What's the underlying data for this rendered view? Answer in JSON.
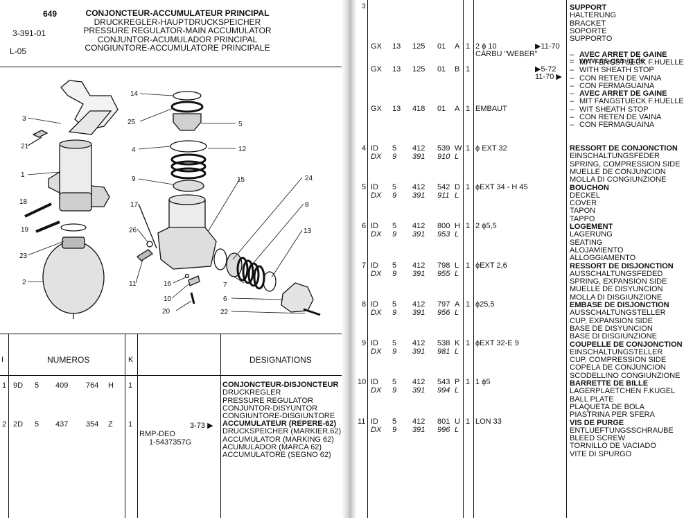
{
  "left": {
    "header": {
      "page": "649",
      "ref": "3-391-01",
      "code": "L-05",
      "titles": [
        "CONJONCTEUR-ACCUMULATEUR PRINCIPAL",
        "DRUCKREGLER-HAUPTDRUCKSPEICHER",
        "PRESSURE REGULATOR-MAIN ACCUMULATOR",
        "CONJUNTOR-ACUMULADOR PRINCIPAL",
        "CONGIUNTORE-ACCUMULATORE PRINCIPALE"
      ]
    },
    "diagram_labels": [
      "14",
      "25",
      "5",
      "3",
      "21",
      "4",
      "12",
      "1",
      "9",
      "15",
      "24",
      "8",
      "18",
      "17",
      "26",
      "13",
      "19",
      "23",
      "2",
      "11",
      "16",
      "10",
      "20",
      "7",
      "6",
      "22"
    ],
    "table_header": {
      "col_i": "I",
      "col_numeros": "NUMEROS",
      "col_k": "K",
      "col_designations": "DESIGNATIONS"
    },
    "rows": [
      {
        "i": "1",
        "a": "9D",
        "b": "5",
        "c": "409",
        "d": "764",
        "e": "H",
        "k": "1",
        "note": "",
        "note2": "",
        "note3": "",
        "desc": [
          {
            "text": "CONJONCTEUR-DISJONCTEUR",
            "bold": true
          },
          {
            "text": "DRUCKREGLER",
            "bold": false
          },
          {
            "text": "PRESSURE REGULATOR",
            "bold": false
          },
          {
            "text": "CONJUNTOR-DISYUNTOR",
            "bold": false
          },
          {
            "text": "CONGIUNTORE-DISGIUNTORE",
            "bold": false
          }
        ]
      },
      {
        "i": "2",
        "a": "2D",
        "b": "5",
        "c": "437",
        "d": "354",
        "e": "Z",
        "k": "1",
        "note": "3-73 ▶",
        "note2": "RMP-DEO",
        "note3": "1-5437357G",
        "desc": [
          {
            "text": "ACCUMULATEUR (REPERE-62)",
            "bold": true
          },
          {
            "text": "DRUCKSPEICHER (MARKIER.62)",
            "bold": false
          },
          {
            "text": "ACCUMULATOR (MARKING 62)",
            "bold": false
          },
          {
            "text": "ACUMULADOR (MARCA 62)",
            "bold": false
          },
          {
            "text": "ACCUMULATORE (SEGNO 62)",
            "bold": false
          }
        ]
      }
    ]
  },
  "right": {
    "top_num": "3",
    "website": "www.gs-gsa-ig.de",
    "dash": "–",
    "rows": [
      {
        "i": "",
        "l1": [
          "GX",
          "13",
          "125",
          "01",
          "A",
          "1",
          "2 ϕ 10",
          "▶11-70"
        ],
        "l1b": "CARBU \"WEBER\"",
        "l2": null
      },
      {
        "i": "",
        "l1": [
          "GX",
          "13",
          "125",
          "01",
          "B",
          "1",
          "",
          "▶5-72"
        ],
        "l1b": "11-70 ▶",
        "l2": null
      },
      {
        "i": "",
        "l1": [
          "GX",
          "13",
          "418",
          "01",
          "A",
          "1",
          "EMBAUT",
          ""
        ],
        "l1b": "",
        "l2": null
      },
      {
        "i": "4",
        "l1": [
          "ID",
          "5",
          "412",
          "539",
          "W",
          "1",
          "ϕ EXT 32",
          ""
        ],
        "l2": [
          "DX",
          "9",
          "391",
          "910",
          "L"
        ]
      },
      {
        "i": "5",
        "l1": [
          "ID",
          "5",
          "412",
          "542",
          "D",
          "1",
          "ϕEXT 34 - H 45",
          ""
        ],
        "l2": [
          "DX",
          "9",
          "391",
          "911",
          "L"
        ]
      },
      {
        "i": "6",
        "l1": [
          "ID",
          "5",
          "412",
          "800",
          "H",
          "1",
          "2 ϕ5,5",
          ""
        ],
        "l2": [
          "DX",
          "9",
          "391",
          "953",
          "L"
        ]
      },
      {
        "i": "7",
        "l1": [
          "ID",
          "5",
          "412",
          "798",
          "L",
          "1",
          "ϕEXT 2,6",
          ""
        ],
        "l2": [
          "DX",
          "9",
          "391",
          "955",
          "L"
        ]
      },
      {
        "i": "8",
        "l1": [
          "ID",
          "5",
          "412",
          "797",
          "A",
          "1",
          "ϕ25,5",
          ""
        ],
        "l2": [
          "DX",
          "9",
          "391",
          "956",
          "L"
        ]
      },
      {
        "i": "9",
        "l1": [
          "ID",
          "5",
          "412",
          "538",
          "K",
          "1",
          "ϕEXT 32-E 9",
          ""
        ],
        "l2": [
          "DX",
          "9",
          "391",
          "981",
          "L"
        ]
      },
      {
        "i": "10",
        "l1": [
          "ID",
          "5",
          "412",
          "543",
          "P",
          "1",
          "1 ϕ5",
          ""
        ],
        "l2": [
          "DX",
          "9",
          "391",
          "994",
          "L"
        ]
      },
      {
        "i": "11",
        "l1": [
          "ID",
          "5",
          "412",
          "801",
          "U",
          "1",
          "LON 33",
          ""
        ],
        "l2": [
          "DX",
          "9",
          "391",
          "996",
          "L"
        ]
      }
    ],
    "desc": [
      {
        "text": "SUPPORT",
        "bold": true,
        "dash": false
      },
      {
        "text": "HALTERUNG",
        "bold": false,
        "dash": false
      },
      {
        "text": "BRACKET",
        "bold": false,
        "dash": false
      },
      {
        "text": "SOPORTE",
        "bold": false,
        "dash": false
      },
      {
        "text": "SUPPORTO",
        "bold": false,
        "dash": false
      },
      {
        "text": "AVEC ARRET DE GAINE",
        "bold": true,
        "dash": true
      },
      {
        "text": "MIT FANGSTUECK F.HUELLE",
        "bold": false,
        "dash": true
      },
      {
        "text": "WITH SHEATH STOP",
        "bold": false,
        "dash": true
      },
      {
        "text": "CON RETEN DE VAINA",
        "bold": false,
        "dash": true
      },
      {
        "text": "CON FERMAGUAINA",
        "bold": false,
        "dash": true
      },
      {
        "text": "AVEC ARRET DE GAINE",
        "bold": true,
        "dash": true
      },
      {
        "text": "MIT FANGSTUECK F.HUELLE",
        "bold": false,
        "dash": true
      },
      {
        "text": "WIT SHEATH STOP",
        "bold": false,
        "dash": true
      },
      {
        "text": "CON RETEN DE VAINA",
        "bold": false,
        "dash": true
      },
      {
        "text": "CON FERMAGUAINA",
        "bold": false,
        "dash": true
      },
      {
        "text": "RESSORT DE CONJONCTION",
        "bold": true,
        "dash": false
      },
      {
        "text": "EINSCHALTUNGSFEDER",
        "bold": false,
        "dash": false
      },
      {
        "text": "SPRING, COMPRESSION SIDE",
        "bold": false,
        "dash": false
      },
      {
        "text": "MUELLE DE CONJUNCION",
        "bold": false,
        "dash": false
      },
      {
        "text": "MOLLA DI CONGIUNZIONE",
        "bold": false,
        "dash": false
      },
      {
        "text": "BOUCHON",
        "bold": true,
        "dash": false
      },
      {
        "text": "DECKEL",
        "bold": false,
        "dash": false
      },
      {
        "text": "COVER",
        "bold": false,
        "dash": false
      },
      {
        "text": "TAPON",
        "bold": false,
        "dash": false
      },
      {
        "text": "TAPPO",
        "bold": false,
        "dash": false
      },
      {
        "text": "LOGEMENT",
        "bold": true,
        "dash": false
      },
      {
        "text": "LAGERUNG",
        "bold": false,
        "dash": false
      },
      {
        "text": "SEATING",
        "bold": false,
        "dash": false
      },
      {
        "text": "ALOJAMIENTO",
        "bold": false,
        "dash": false
      },
      {
        "text": "ALLOGGIAMENTO",
        "bold": false,
        "dash": false
      },
      {
        "text": "RESSORT DE DISJONCTION",
        "bold": true,
        "dash": false
      },
      {
        "text": "AUSSCHALTUNGSFEDED",
        "bold": false,
        "dash": false
      },
      {
        "text": "SPRING, EXPANSION SIDE",
        "bold": false,
        "dash": false
      },
      {
        "text": "MUELLE DE DISYUNCION",
        "bold": false,
        "dash": false
      },
      {
        "text": "MOLLA DI DISGIUNZIONE",
        "bold": false,
        "dash": false
      },
      {
        "text": "EMBASE DE DISJONCTION",
        "bold": true,
        "dash": false
      },
      {
        "text": "AUSSCHALTUNGSTELLER",
        "bold": false,
        "dash": false
      },
      {
        "text": "CUP, EXPANSION SIDE",
        "bold": false,
        "dash": false
      },
      {
        "text": "BASE DE DISYUNCION",
        "bold": false,
        "dash": false
      },
      {
        "text": "BASE DI DISGIUNZIONE",
        "bold": false,
        "dash": false
      },
      {
        "text": "COUPELLE DE CONJONCTION",
        "bold": true,
        "dash": false
      },
      {
        "text": "EINSCHALTUNGSTELLER",
        "bold": false,
        "dash": false
      },
      {
        "text": "CUP, COMPRESSION SIDE",
        "bold": false,
        "dash": false
      },
      {
        "text": "COPELA DE CONJUNCION",
        "bold": false,
        "dash": false
      },
      {
        "text": "SCODELLINO CONGIUNZIONE",
        "bold": false,
        "dash": false
      },
      {
        "text": "BARRETTE DE BILLE",
        "bold": true,
        "dash": false
      },
      {
        "text": "LAGERPLAETCHEN F.KUGEL",
        "bold": false,
        "dash": false
      },
      {
        "text": "BALL PLATE",
        "bold": false,
        "dash": false
      },
      {
        "text": "PLAQUETA DE BOLA",
        "bold": false,
        "dash": false
      },
      {
        "text": "PIASTRINA PER SFERA",
        "bold": false,
        "dash": false
      },
      {
        "text": "VIS DE PURGE",
        "bold": true,
        "dash": false
      },
      {
        "text": "ENTLUEFTUNGSSCHRAUBE",
        "bold": false,
        "dash": false
      },
      {
        "text": "BLEED SCREW",
        "bold": false,
        "dash": false
      },
      {
        "text": "TORNILLO DE VACIADO",
        "bold": false,
        "dash": false
      },
      {
        "text": "VITE DI SPURGO",
        "bold": false,
        "dash": false
      }
    ]
  }
}
